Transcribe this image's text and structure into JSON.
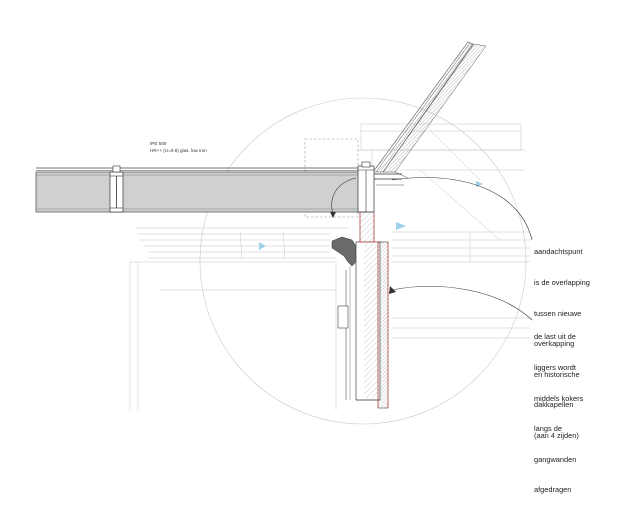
{
  "beam_label": {
    "line1": "IPE 500",
    "line2": "HR++ (U=0,8) glas, low iron"
  },
  "annotation_1": {
    "lines": [
      "aandachtspunt",
      "is de overlapping",
      "tussen nieuwe",
      "overkapping",
      "en historische",
      "dakkapellen",
      "(aan 4 zijden)"
    ]
  },
  "annotation_2": {
    "lines": [
      "de last uit de",
      "liggers wordt",
      "middels kokers",
      "langs de",
      "gangwanden",
      "afgedragen"
    ]
  },
  "colors": {
    "beam_fill": "#cfd1d0",
    "line": "#555555",
    "light_line": "#b8b8b8",
    "accent_red": "#d9473f",
    "accent_blue": "#9fd0ea",
    "glass_fill": "#e8e8e8"
  }
}
